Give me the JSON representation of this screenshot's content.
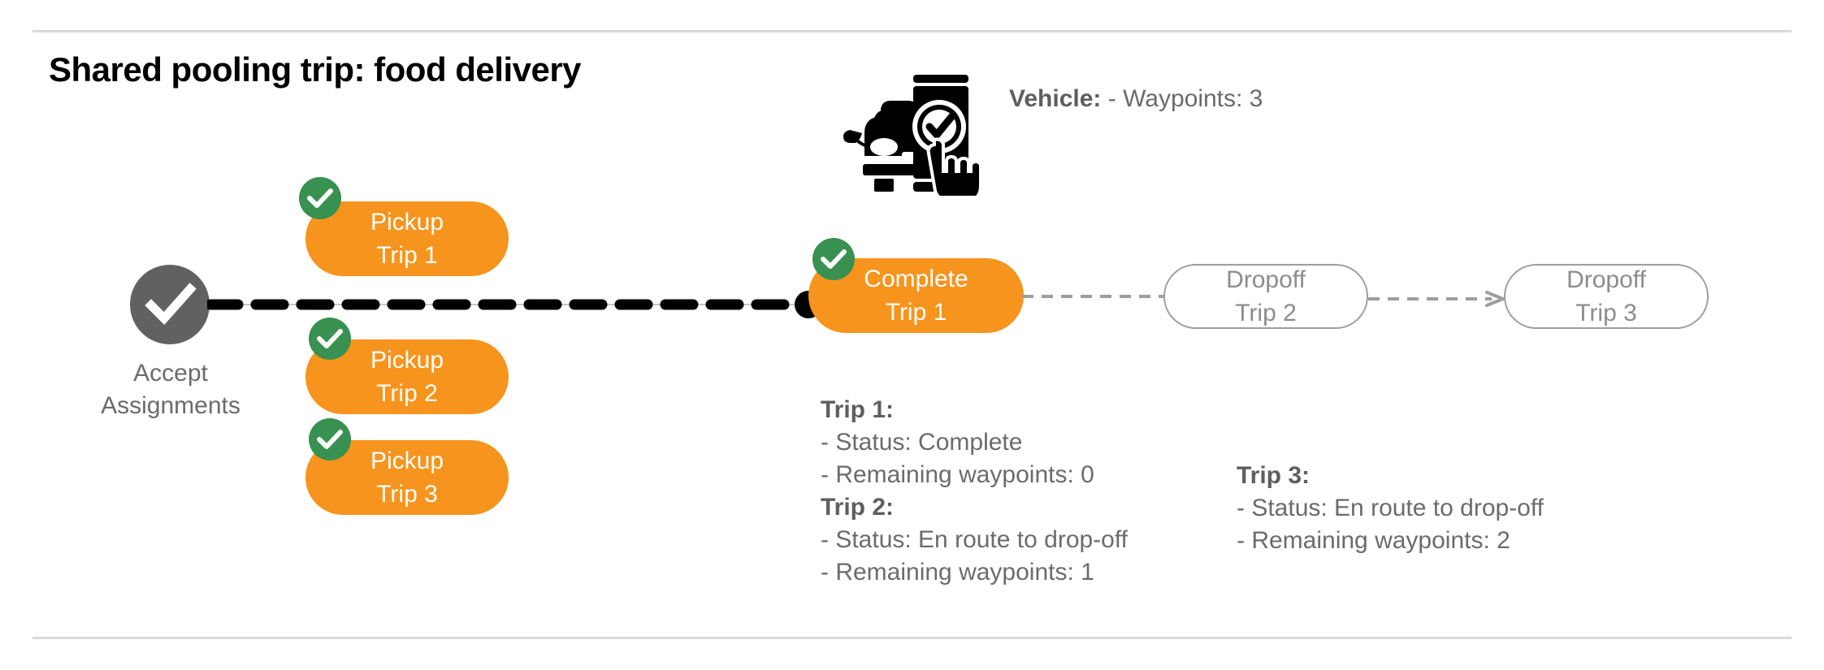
{
  "title": "Shared pooling trip: food delivery",
  "dividers": {
    "top": true,
    "bottom": true
  },
  "colors": {
    "orange_pill": "#f6941d",
    "green_check": "#389150",
    "gray_node": "#616161",
    "gray_outline": "#9e9e9e",
    "text_gray": "#6b6b6b",
    "black": "#000000",
    "divider": "#d9d9d9"
  },
  "vehicle": {
    "icon_name": "car-phone-check-icon",
    "label": "Vehicle",
    "label_suffix": ":",
    "label_text": "Vehicle:",
    "waypoints_text": "- Waypoints: 3",
    "waypoints": 3
  },
  "start_node": {
    "icon_name": "check-circle-icon",
    "label_line1": "Accept",
    "label_line2": "Assignments"
  },
  "pickups": [
    {
      "id": "trip-1",
      "line1": "Pickup",
      "line2": "Trip 1",
      "checked": true
    },
    {
      "id": "trip-2",
      "line1": "Pickup",
      "line2": "Trip 2",
      "checked": true
    },
    {
      "id": "trip-3",
      "line1": "Pickup",
      "line2": "Trip 3",
      "checked": true
    }
  ],
  "complete_node": {
    "line1": "Complete",
    "line2": "Trip 1",
    "checked": true
  },
  "dropoffs": [
    {
      "id": "dropoff-trip-2",
      "line1": "Dropoff",
      "line2": "Trip 2"
    },
    {
      "id": "dropoff-trip-3",
      "line1": "Dropoff",
      "line2": "Trip 3"
    }
  ],
  "trip_details_left": [
    {
      "heading": "Trip 1:",
      "lines": [
        "- Status:  Complete",
        "- Remaining waypoints: 0"
      ]
    },
    {
      "heading": "Trip 2:",
      "lines": [
        "- Status:  En route to drop-off",
        "- Remaining waypoints: 1"
      ]
    }
  ],
  "trip_details_right": [
    {
      "heading": "Trip 3:",
      "lines": [
        "- Status:  En route to drop-off",
        "- Remaining waypoints: 2"
      ]
    }
  ],
  "trip_details": {
    "t1_heading": "Trip 1:",
    "t1_status": "- Status:  Complete",
    "t1_waypoints": "- Remaining waypoints: 0",
    "t2_heading": "Trip 2:",
    "t2_status": "- Status:  En route to drop-off",
    "t2_waypoints": "- Remaining waypoints: 1",
    "t3_heading": "Trip 3:",
    "t3_status": "- Status:  En route to drop-off",
    "t3_waypoints": "- Remaining waypoints: 2"
  }
}
